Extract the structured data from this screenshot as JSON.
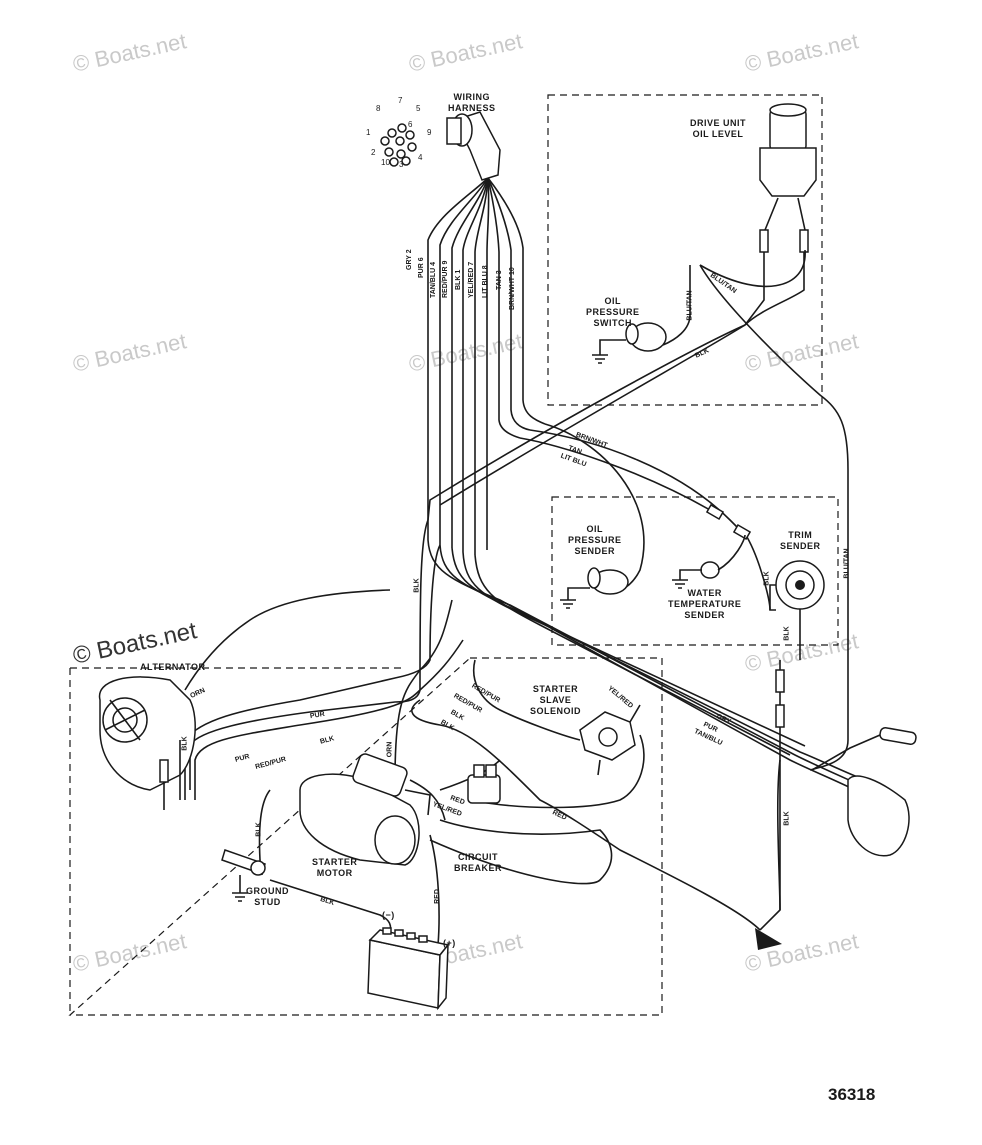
{
  "watermark": "© Boats.net",
  "figure_number": "36318",
  "components": {
    "wiring_harness": "WIRING\nHARNESS",
    "drive_unit_oil_level": "DRIVE UNIT\nOIL LEVEL",
    "oil_pressure_switch": "OIL\nPRESSURE\nSWITCH",
    "oil_pressure_sender": "OIL\nPRESSURE\nSENDER",
    "water_temperature_sender": "WATER\nTEMPERATURE\nSENDER",
    "trim_sender": "TRIM\nSENDER",
    "alternator": "ALTERNATOR",
    "starter_slave_solenoid": "STARTER\nSLAVE\nSOLENOID",
    "starter_motor": "STARTER\nMOTOR",
    "circuit_breaker": "CIRCUIT\nBREAKER",
    "ground_stud": "GROUND\nSTUD",
    "battery_neg": "(−)",
    "battery_pos": "(+)"
  },
  "harness_pins": [
    "7",
    "8",
    "5",
    "1",
    "9",
    "2",
    "10",
    "3",
    "4",
    "6"
  ],
  "harness_wires": [
    "GRY 2",
    "PUR 6",
    "TAN/BLU 4",
    "RED/PUR 9",
    "BLK 1",
    "YEL/RED 7",
    "LIT BLU 8",
    "TAN 3",
    "BRN/WHT 10"
  ],
  "wire_labels": {
    "brn_wht": "BRN/WHT",
    "tan": "TAN",
    "lit_blu": "LIT BLU",
    "blk": "BLK",
    "blu_tan": "BLU/TAN",
    "orn": "ORN",
    "pur": "PUR",
    "red_pur": "RED/PUR",
    "yel_red": "YEL/RED",
    "red": "RED",
    "gry": "GRY",
    "tan_blu": "TAN/BLU"
  }
}
